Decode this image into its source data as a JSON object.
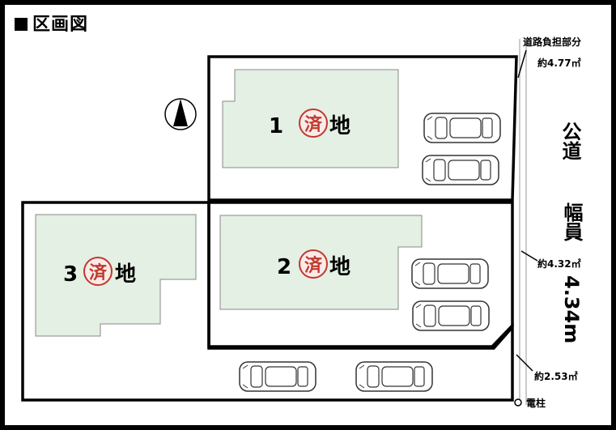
{
  "title": "区画図",
  "lots": [
    {
      "number": "1",
      "suffix": "地",
      "badge": "済"
    },
    {
      "number": "2",
      "suffix": "地",
      "badge": "済"
    },
    {
      "number": "3",
      "suffix": "地",
      "badge": "済"
    }
  ],
  "road": {
    "burden_label": "道路負担部分",
    "widths": [
      "約4.77㎡",
      "約4.32㎡",
      "約2.53㎡"
    ],
    "public_road": "公道",
    "width_label": "幅員",
    "width_value": "4.34m"
  },
  "pole_label": "電柱",
  "icons": [
    "north-arrow-icon",
    "car-icon",
    "utility-pole-icon"
  ],
  "colors": {
    "building": "#e3f0e3",
    "badge": "#c0392b",
    "frame": "#000000",
    "background": "#ffffff"
  }
}
